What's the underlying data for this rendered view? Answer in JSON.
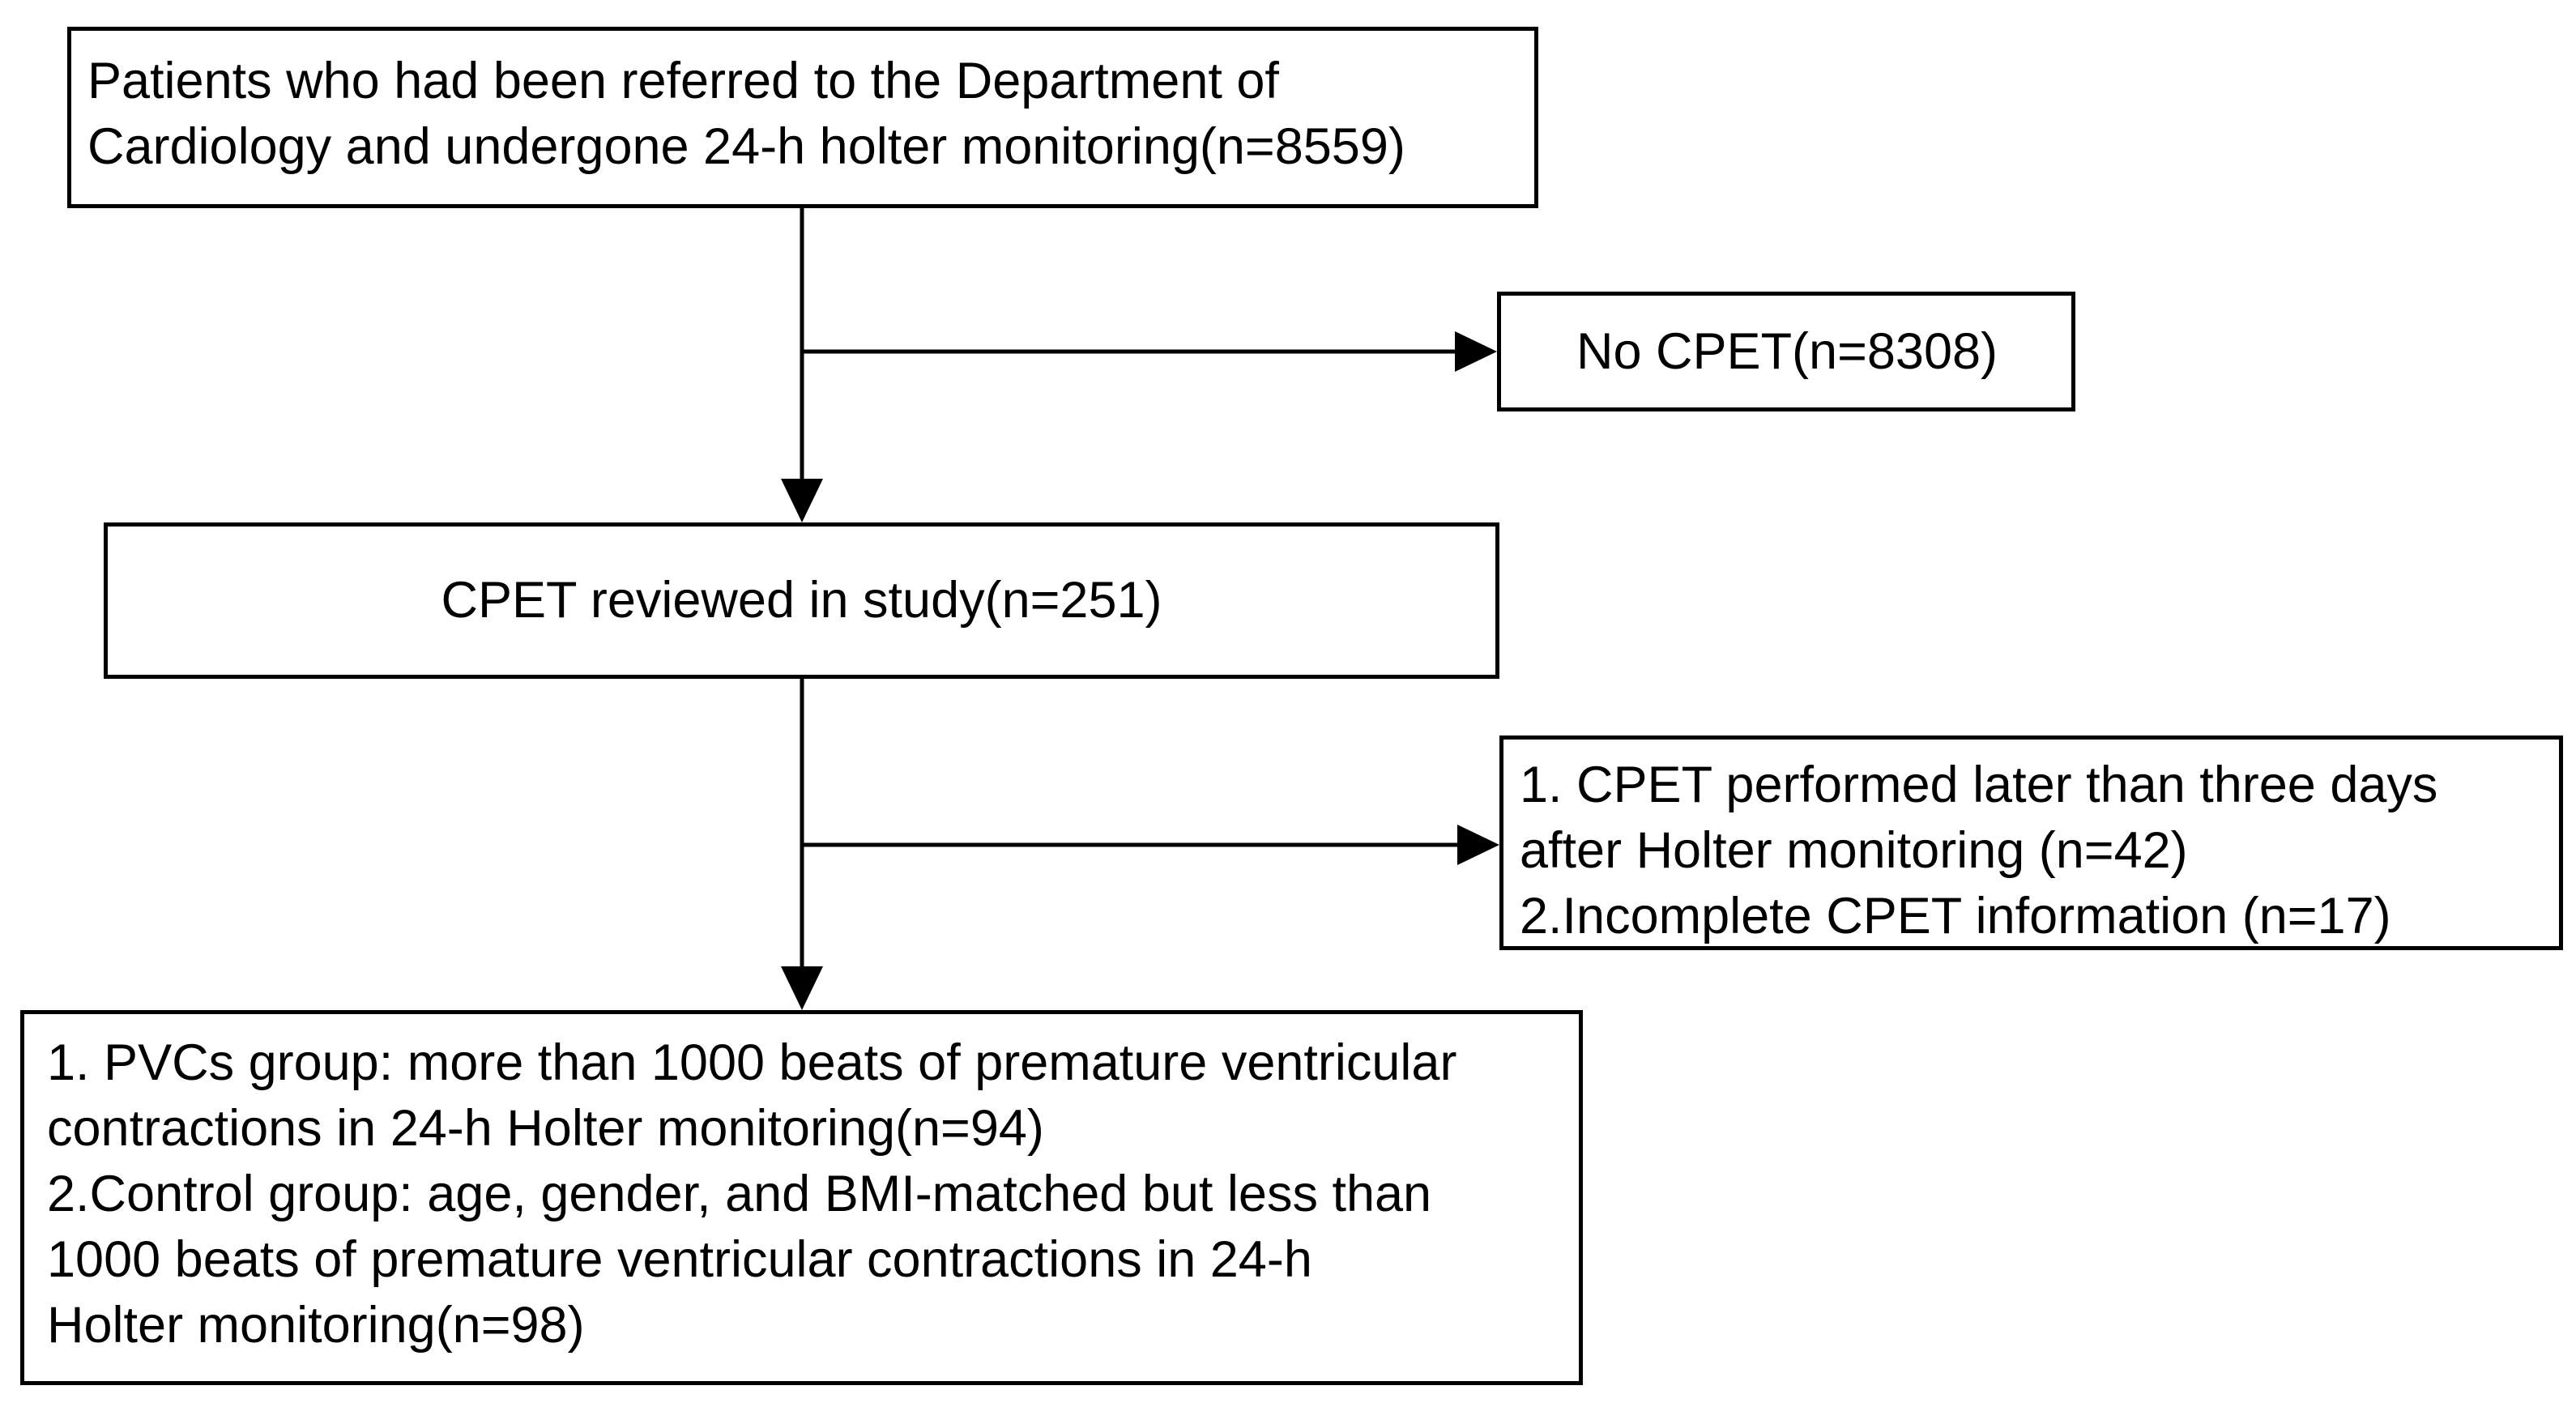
{
  "nodes": {
    "patients": {
      "lines": [
        "Patients who had been referred to the Department of",
        "Cardiology and undergone 24-h holter monitoring(n=8559)"
      ]
    },
    "no_cpet": {
      "lines": [
        "No CPET(n=8308)"
      ]
    },
    "cpet_reviewed": {
      "lines": [
        "CPET reviewed in study(n=251)"
      ]
    },
    "exclusions": {
      "lines": [
        "1. CPET performed later than three days",
        "after Holter monitoring (n=42)",
        "2.Incomplete CPET information (n=17)"
      ]
    },
    "groups": {
      "lines": [
        "1. PVCs group: more than 1000 beats of premature ventricular",
        "contractions in 24-h Holter monitoring(n=94)",
        "2.Control group: age, gender, and BMI-matched but less than",
        "1000 beats of premature ventricular contractions in 24-h",
        "Holter monitoring(n=98)"
      ]
    }
  },
  "edges": [
    {
      "from": "patients",
      "to": "cpet_reviewed"
    },
    {
      "from": "patients",
      "to": "no_cpet"
    },
    {
      "from": "cpet_reviewed",
      "to": "groups"
    },
    {
      "from": "cpet_reviewed",
      "to": "exclusions"
    }
  ],
  "colors": {
    "stroke": "#000000",
    "background": "#ffffff"
  }
}
